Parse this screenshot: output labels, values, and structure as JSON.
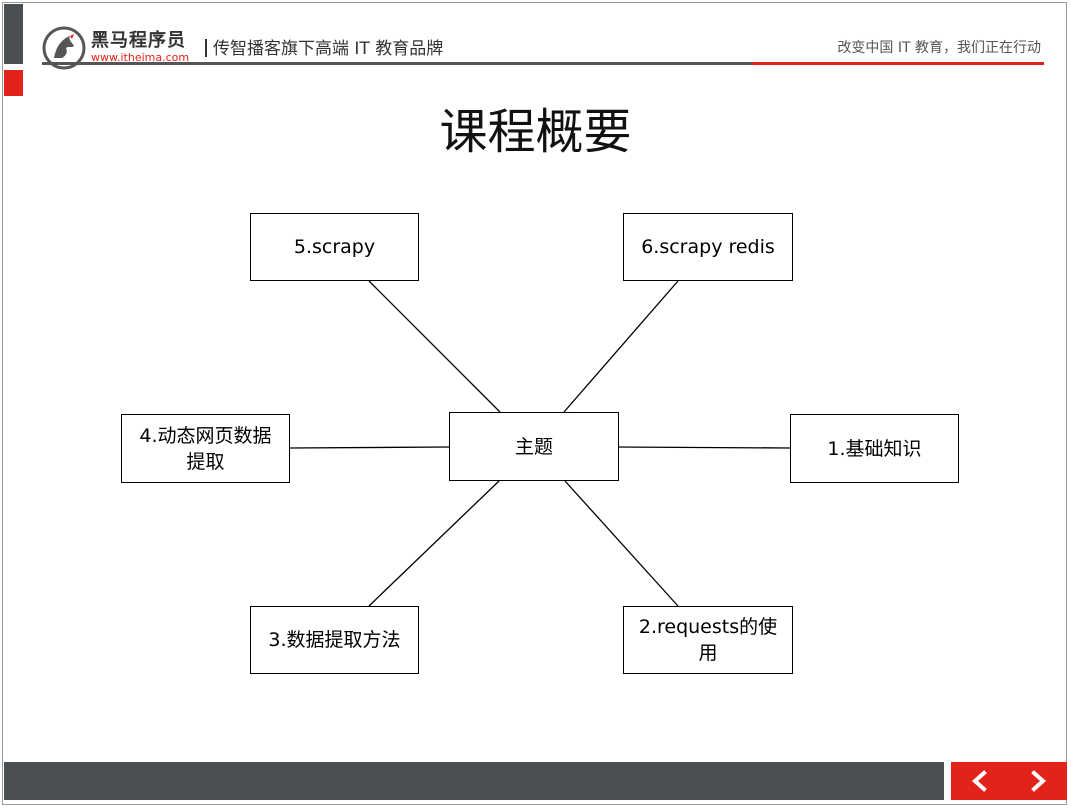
{
  "header": {
    "logo_name": "黑马程序员",
    "logo_url": "www.itheima.com",
    "slogan_left": "传智播客旗下高端 IT 教育品牌",
    "slogan_right": "改变中国 IT 教育，我们正在行动"
  },
  "slide": {
    "title": "课程概要"
  },
  "diagram": {
    "center": "主题",
    "nodes": {
      "n1": "1.基础知识",
      "n2": "2.requests的使用",
      "n3": "3.数据提取方法",
      "n4": "4.动态网页数据提取",
      "n5": "5.scrapy",
      "n6": "6.scrapy redis"
    }
  },
  "footer": {
    "prev_icon": "chevron-left-icon",
    "next_icon": "chevron-right-icon"
  },
  "colors": {
    "brand_red": "#e2231a",
    "bar_dark": "#4a5052"
  }
}
